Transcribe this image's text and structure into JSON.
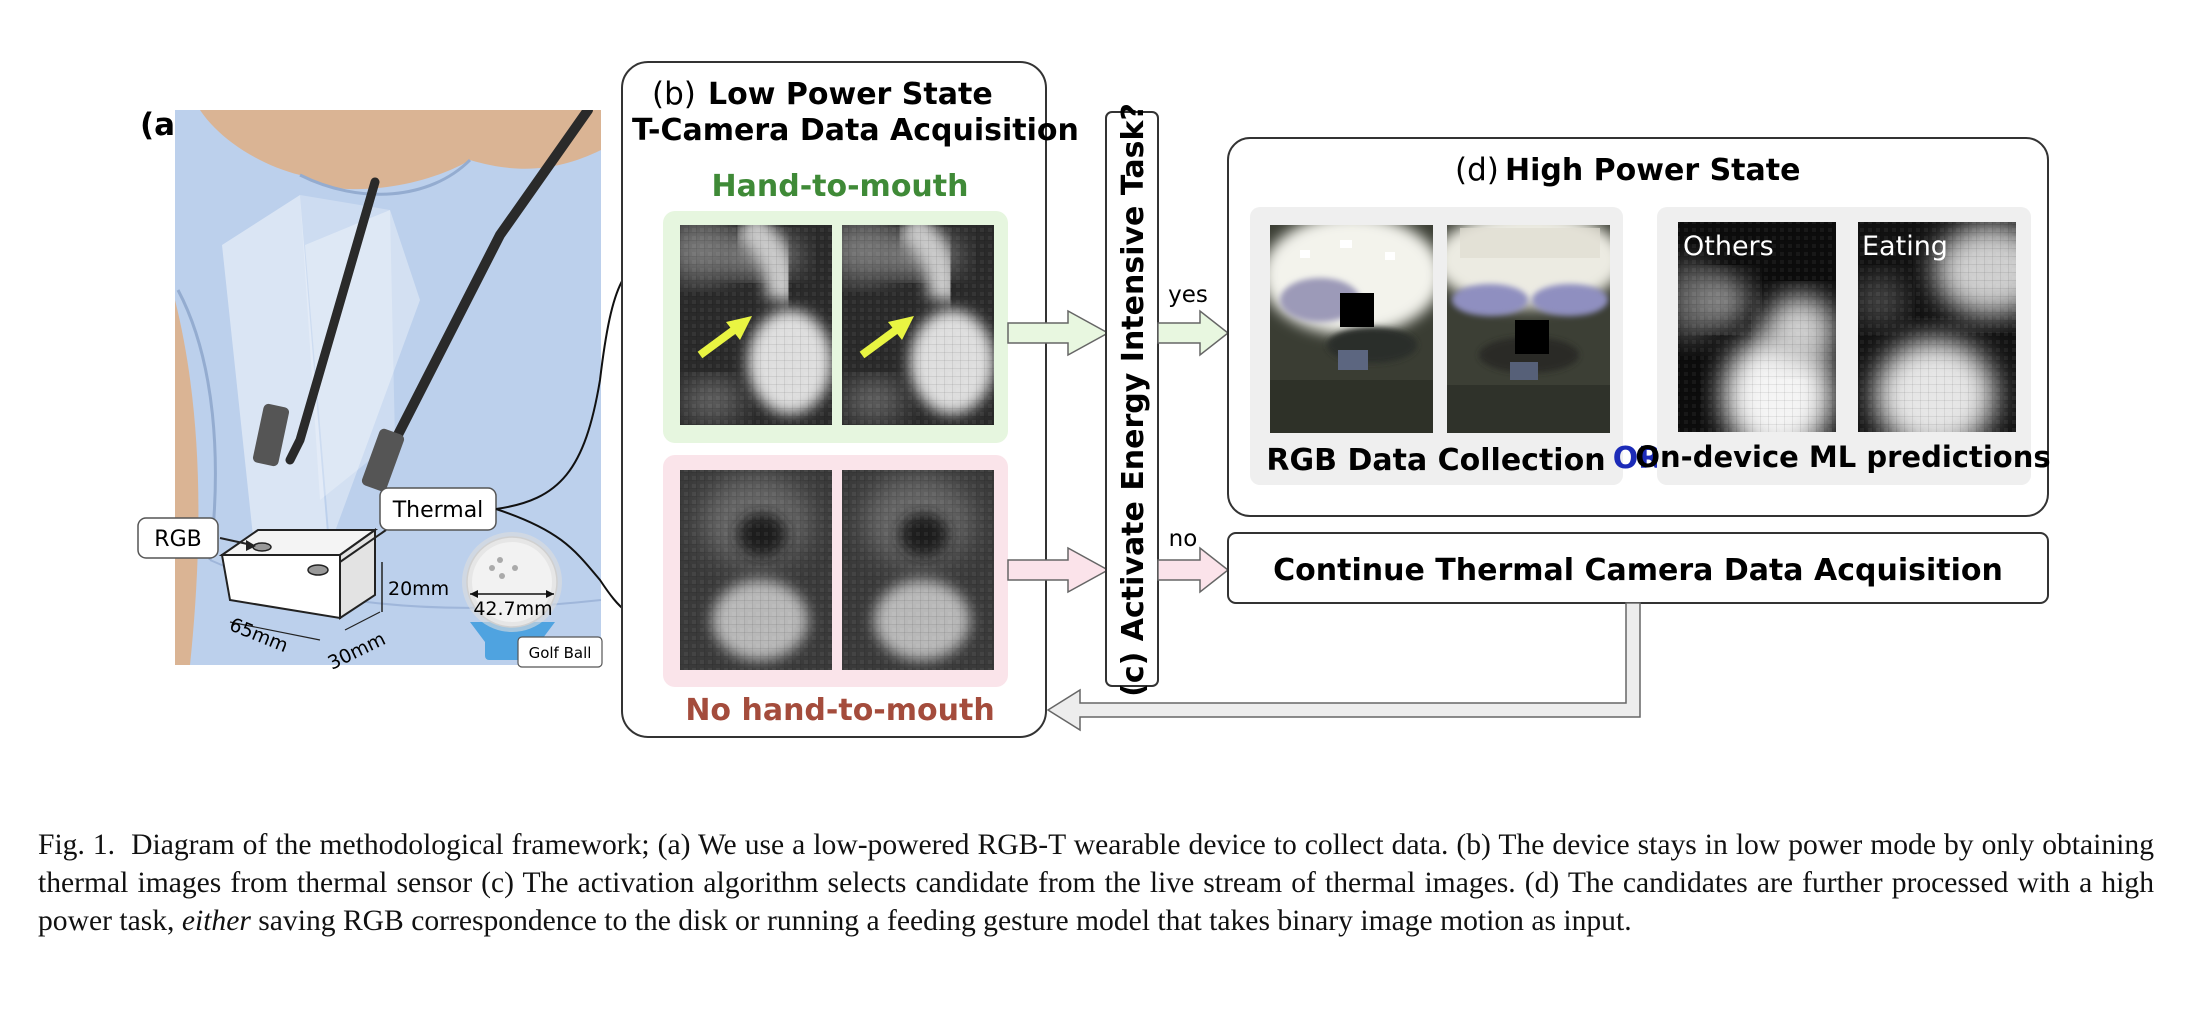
{
  "panel_a": {
    "label": "(a)",
    "rgb_tag": "RGB",
    "thermal_tag": "Thermal",
    "dim_height": "20mm",
    "dim_width": "65mm",
    "dim_depth": "30mm",
    "ball_size": "42.7mm",
    "ball_tag": "Golf Ball"
  },
  "panel_b": {
    "label": "(b)",
    "title_line1": "Low Power State",
    "title_line2": "T-Camera Data Acquisition",
    "positive_label": "Hand-to-mouth",
    "negative_label": "No hand-to-mouth"
  },
  "panel_c": {
    "title": "(c) Activate Energy Intensive Task?",
    "yes": "yes",
    "no": "no"
  },
  "panel_d": {
    "label": "(d)",
    "title": "High Power State",
    "rgb_caption": "RGB Data Collection",
    "or_text": "OR",
    "ml_caption": "On-device ML predictions",
    "ml_label_others": "Others",
    "ml_label_eating": "Eating",
    "continue_text": "Continue Thermal Camera Data Acquisition"
  },
  "colors": {
    "shirt": "#bcd0ec",
    "skin": "#dab494",
    "positive_panel": "#e6f6df",
    "negative_panel": "#fae4ea",
    "positive_text": "#3f8a37",
    "negative_text": "#a44c3c",
    "arrow_yellow": "#e9f542",
    "or_blue": "#1c2bb8",
    "gray_panel": "#efefef"
  },
  "caption": {
    "prefix": "Fig. 1.",
    "part1": "Diagram of the methodological framework; (a) We use a low-powered RGB-T wearable device to collect data. (b) The device stays in low power mode by only obtaining thermal images from thermal sensor (c) The activation algorithm selects candidate from the live stream of thermal images. (d) The candidates are further processed with a high power task,",
    "emphasis": "either",
    "part2": "saving RGB correspondence to the disk or running a feeding gesture model that takes binary image motion as input."
  }
}
